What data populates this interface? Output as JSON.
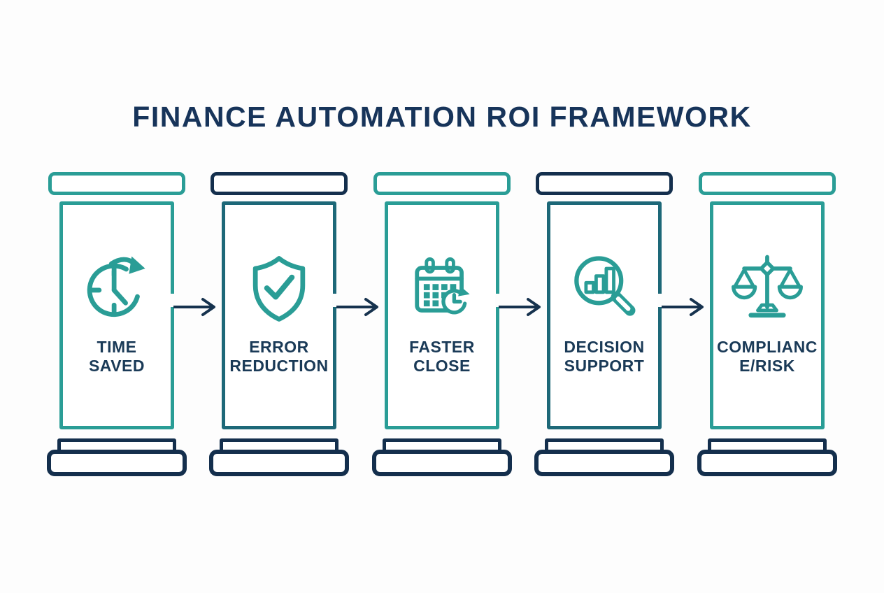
{
  "title": "FINANCE AUTOMATION ROI FRAMEWORK",
  "colors": {
    "teal": "#2a9d96",
    "dark_teal": "#1d6878",
    "navy": "#142f4d",
    "title_text": "#17345a",
    "label_text": "#1a3a57",
    "background": "#fdfdfd"
  },
  "pillars": [
    {
      "name": "time-saved",
      "icon": "clock-history-icon",
      "label": "TIME SAVED",
      "line1": "TIME",
      "line2": "SAVED"
    },
    {
      "name": "error-reduction",
      "icon": "shield-check-icon",
      "label": "ERROR REDUCTION",
      "line1": "ERROR",
      "line2": "REDUCTION"
    },
    {
      "name": "faster-close",
      "icon": "calendar-clock-icon",
      "label": "FASTER CLOSE",
      "line1": "FASTER",
      "line2": "CLOSE"
    },
    {
      "name": "decision-support",
      "icon": "magnifier-bar-chart-icon",
      "label": "DECISION SUPPORT",
      "line1": "DECISION",
      "line2": "SUPPORT"
    },
    {
      "name": "compliance-risk",
      "icon": "balance-scales-icon",
      "label": "COMPLIANCE/RISK",
      "line1": "COMPLIANC",
      "line2": "E/RISK"
    }
  ]
}
